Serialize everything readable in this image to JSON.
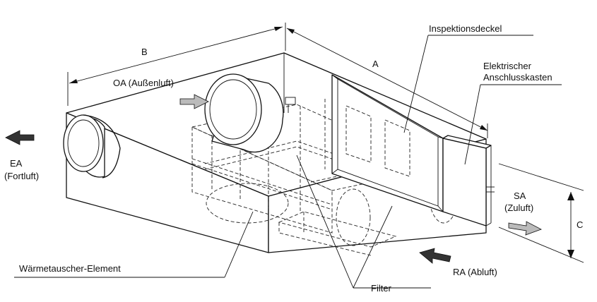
{
  "labels": {
    "dim_a": "A",
    "dim_b": "B",
    "dim_c": "C",
    "oa": "OA (Außenluft)",
    "ea_line1": "EA",
    "ea_line2": "(Fortluft)",
    "inspection_cover": "Inspektionsdeckel",
    "junction_box_line1": "Elektrischer",
    "junction_box_line2": "Anschlusskasten",
    "sa_line1": "SA",
    "sa_line2": "(Zuluft)",
    "heat_exchanger": "Wärmetauscher-Element",
    "ra": "RA (Abluft)",
    "filter": "Filter"
  },
  "colors": {
    "line": "#111111",
    "arrow_dark": "#333333",
    "arrow_gray": "#bbbbbb"
  }
}
